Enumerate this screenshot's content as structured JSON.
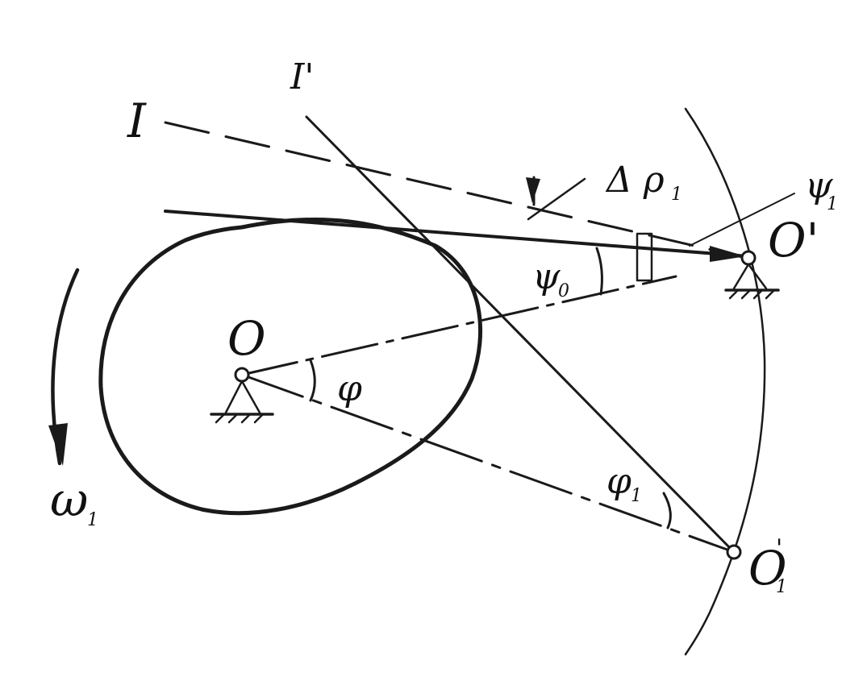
{
  "labels": {
    "line_I": "I",
    "line_I_prime": "I'",
    "point_O": "O",
    "point_O_prime": "O'",
    "point_O1_prime": "O",
    "point_O1_prime_sub": "1",
    "point_O1_prime_sup": "'",
    "angle_phi": "φ",
    "angle_phi1": "φ",
    "angle_phi1_sub": "1",
    "angle_psi0": "ψ",
    "angle_psi0_sub": "0",
    "psi1": "ψ",
    "psi1_sub": "1",
    "delta_rho": "Δ ρ",
    "delta_rho_sub": "1",
    "omega": "ω",
    "omega_sub": "1"
  }
}
